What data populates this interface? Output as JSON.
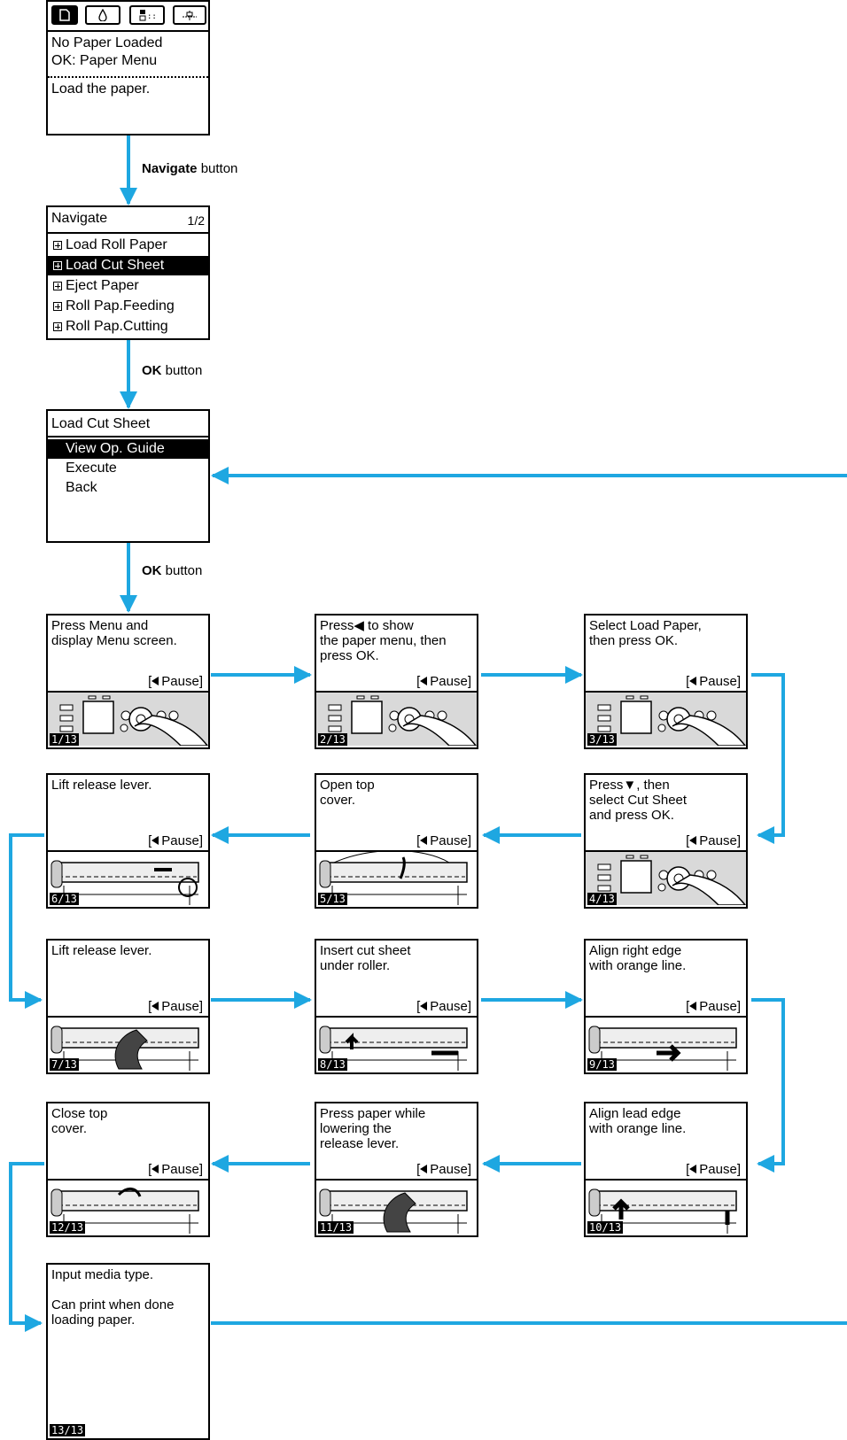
{
  "accent_color": "#1ea7e1",
  "screen1": {
    "tab_icons": [
      "paper-icon",
      "ink-drop-icon",
      "printhead-icon",
      "settings-icon"
    ],
    "line1": "No Paper Loaded",
    "line2": "OK: Paper Menu",
    "line3": "Load the paper."
  },
  "step1_label": {
    "bold": "Navigate",
    "rest": " button"
  },
  "navigate": {
    "title": "Navigate",
    "page": "1/2",
    "items": [
      "Load Roll Paper",
      "Load Cut Sheet",
      "Eject Paper",
      "Roll Pap.Feeding",
      "Roll Pap.Cutting"
    ],
    "selected_index": 1
  },
  "step2_label": {
    "bold": "OK",
    "rest": " button"
  },
  "load_cut": {
    "title": "Load Cut Sheet",
    "items": [
      "View Op. Guide",
      "Execute",
      "Back"
    ],
    "selected_index": 0
  },
  "step3_label": {
    "bold": "OK",
    "rest": " button"
  },
  "pause_label": "Pause",
  "guides": [
    {
      "text": "Press Menu and\ndisplay Menu screen.",
      "counter": "1/13",
      "illustration": "control-panel"
    },
    {
      "text": "Press◀ to show\nthe paper menu, then\npress OK.",
      "counter": "2/13",
      "illustration": "control-panel"
    },
    {
      "text": "Select Load Paper,\nthen press OK.",
      "counter": "3/13",
      "illustration": "control-panel"
    },
    {
      "text": "Press▼, then\nselect Cut Sheet\nand press OK.",
      "counter": "4/13",
      "illustration": "control-panel"
    },
    {
      "text": "Open top\ncover.",
      "counter": "5/13",
      "illustration": "printer-open"
    },
    {
      "text": "Lift release lever.",
      "counter": "6/13",
      "illustration": "printer"
    },
    {
      "text": "Lift release lever.",
      "counter": "7/13",
      "illustration": "lever"
    },
    {
      "text": "Insert cut sheet\nunder roller.",
      "counter": "8/13",
      "illustration": "insert-sheet"
    },
    {
      "text": "Align right edge\nwith orange line.",
      "counter": "9/13",
      "illustration": "align-right"
    },
    {
      "text": "Align lead edge\nwith orange line.",
      "counter": "10/13",
      "illustration": "align-lead"
    },
    {
      "text": "Press paper while\nlowering the\nrelease lever.",
      "counter": "11/13",
      "illustration": "lever-down"
    },
    {
      "text": "Close top\ncover.",
      "counter": "12/13",
      "illustration": "printer-close"
    },
    {
      "text": "Input media type.\n\nCan print when done\nloading paper.",
      "counter": "13/13",
      "illustration": "none"
    }
  ]
}
